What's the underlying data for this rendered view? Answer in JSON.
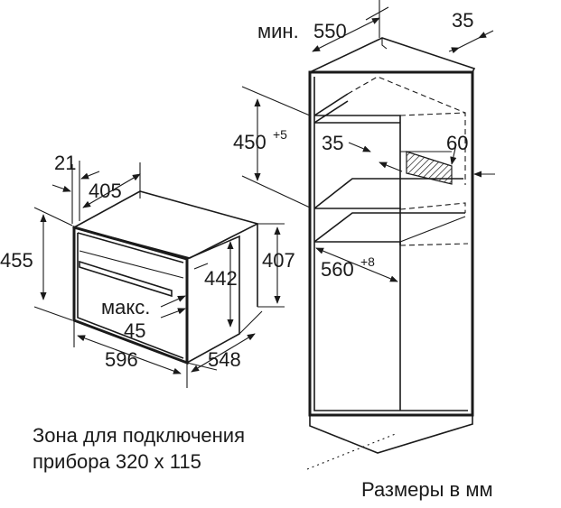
{
  "oven_dimensions": {
    "depth_front": "21",
    "depth_body": "405",
    "height_total": "455",
    "height_front": "442",
    "height_body": "407",
    "width_front": "596",
    "width_body": "548",
    "max_label": "макс.",
    "max_value": "45"
  },
  "cabinet_dimensions": {
    "min_label": "мин.",
    "min_depth": "550",
    "rear_gap": "35",
    "niche_height": "450",
    "niche_height_tol": "+5",
    "shelf_depth": "35",
    "vent_size": "60",
    "niche_width": "560",
    "niche_width_tol": "+8"
  },
  "captions": {
    "connection_zone_line1": "Зона для подключения",
    "connection_zone_line2": "прибора 320 x 115",
    "units_note": "Размеры в мм"
  }
}
